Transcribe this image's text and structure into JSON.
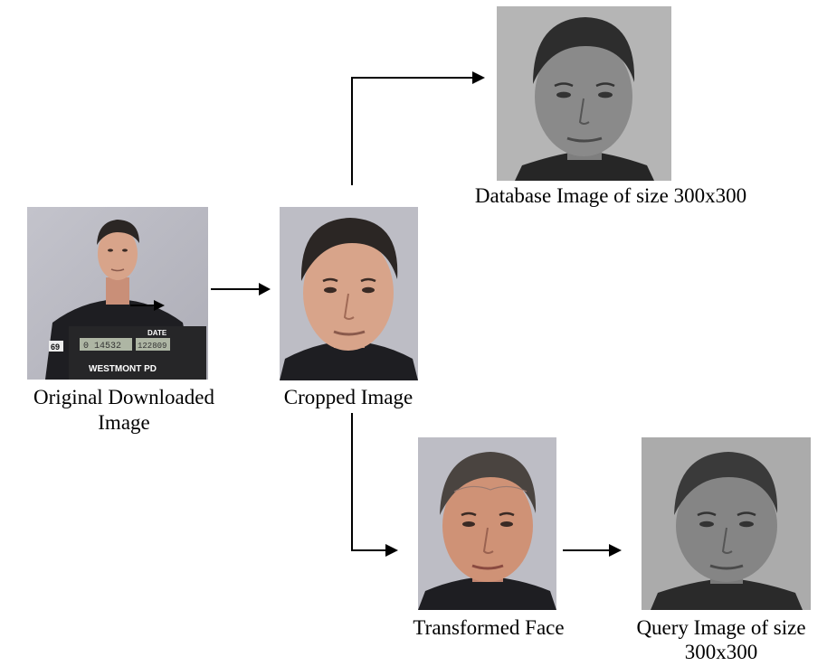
{
  "captions": {
    "original_line1": "Original Downloaded",
    "original_line2": "Image",
    "cropped": "Cropped Image",
    "database": "Database Image of size 300x300",
    "transformed": "Transformed Face",
    "query_line1": "Query Image of size",
    "query_line2": "300x300"
  },
  "photo_text": {
    "placard_date_label": "DATE",
    "placard_number": "0 14532",
    "placard_date": "122809",
    "placard_department": "WESTMONT PD",
    "placard_tag": "69"
  },
  "colors": {
    "wall_color": "#b9b9c2",
    "skin_color": "#d8a48a",
    "grayscale_skin": "#8a8a8a",
    "hair_color": "#2b2624",
    "shirt_color": "#1e1e22",
    "arrow_color": "#000000"
  }
}
